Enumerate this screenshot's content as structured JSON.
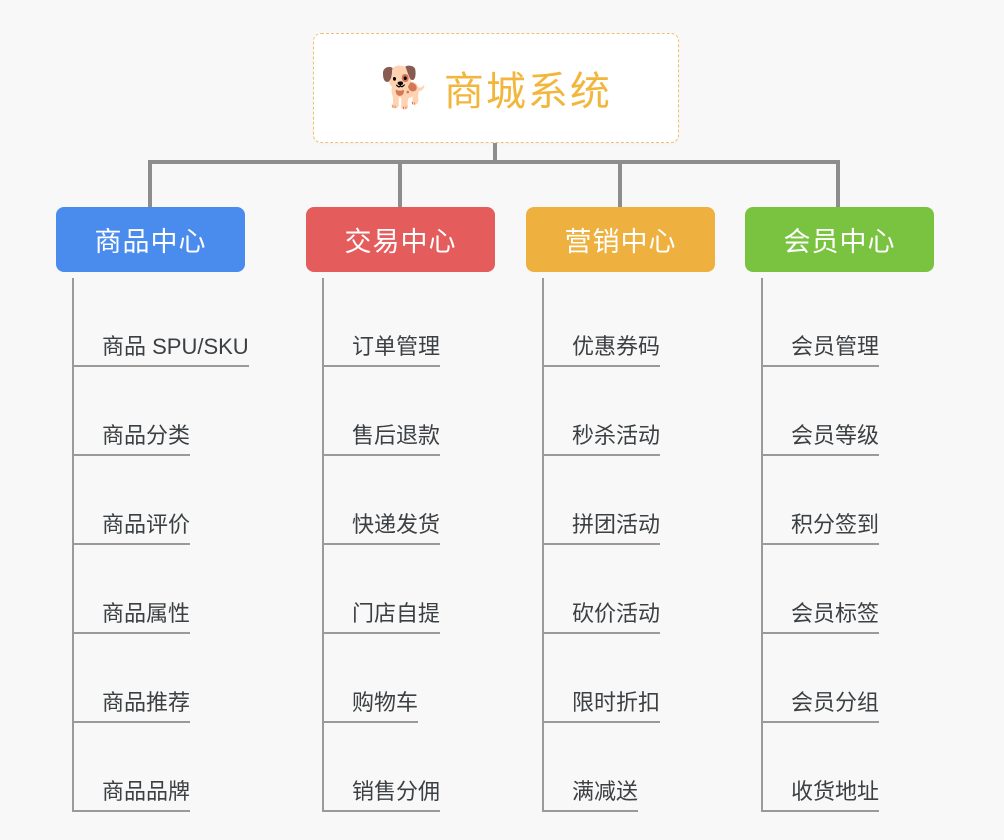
{
  "page": {
    "background_color": "#f8f8f8",
    "type": "mind-map"
  },
  "root": {
    "icon": "shiba-dog-face-emoji",
    "emoji": "🐕",
    "title": "商城系统",
    "text_color": "#f2b63c",
    "border_color": "#f0c070",
    "background_color": "#ffffff"
  },
  "connector": {
    "color": "#8d8d8d"
  },
  "columns": [
    {
      "id": "product-center",
      "title": "商品中心",
      "color": "#4a8bee",
      "items": [
        {
          "label": "商品 SPU/SKU"
        },
        {
          "label": "商品分类"
        },
        {
          "label": "商品评价"
        },
        {
          "label": "商品属性"
        },
        {
          "label": "商品推荐"
        },
        {
          "label": "商品品牌"
        }
      ]
    },
    {
      "id": "trade-center",
      "title": "交易中心",
      "color": "#e55c5c",
      "items": [
        {
          "label": "订单管理"
        },
        {
          "label": "售后退款"
        },
        {
          "label": "快递发货"
        },
        {
          "label": "门店自提"
        },
        {
          "label": "购物车"
        },
        {
          "label": "销售分佣"
        }
      ]
    },
    {
      "id": "marketing-center",
      "title": "营销中心",
      "color": "#eeb03e",
      "items": [
        {
          "label": "优惠券码"
        },
        {
          "label": "秒杀活动"
        },
        {
          "label": "拼团活动"
        },
        {
          "label": "砍价活动"
        },
        {
          "label": "限时折扣"
        },
        {
          "label": "满减送"
        }
      ]
    },
    {
      "id": "member-center",
      "title": "会员中心",
      "color": "#79c341",
      "items": [
        {
          "label": "会员管理"
        },
        {
          "label": "会员等级"
        },
        {
          "label": "积分签到"
        },
        {
          "label": "会员标签"
        },
        {
          "label": "会员分组"
        },
        {
          "label": "收货地址"
        }
      ]
    }
  ]
}
